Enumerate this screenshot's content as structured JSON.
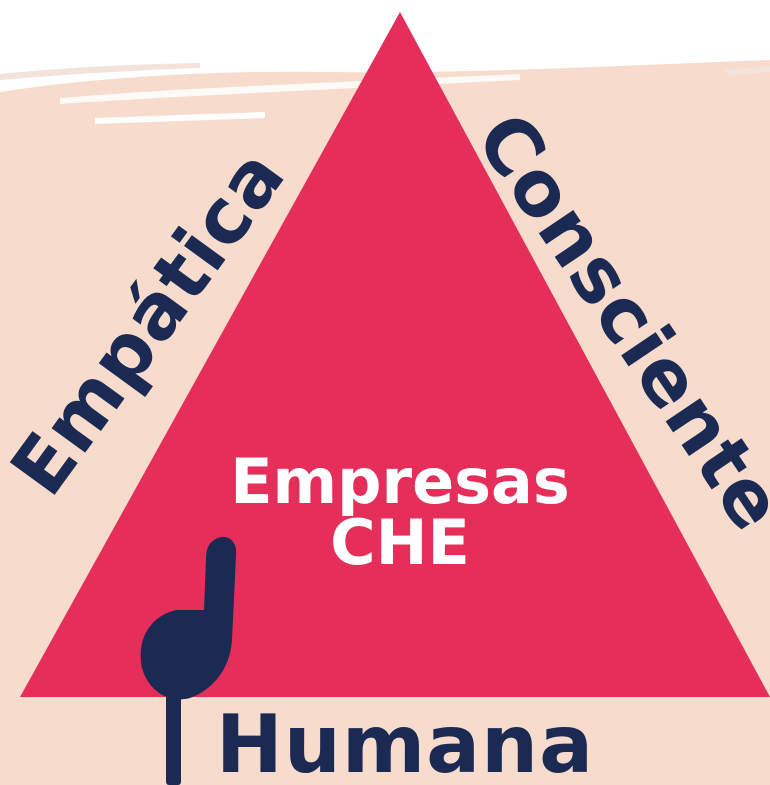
{
  "diagram": {
    "center_title": {
      "line1": "Empresas",
      "line2": "CHE"
    },
    "sides": {
      "left": "Empática",
      "right": "Consciente",
      "bottom": "Humana"
    }
  },
  "colors": {
    "background": "#f7dbcd",
    "paper_white": "#ffffff",
    "triangle": "#e62e5a",
    "text_dark": "#1b2a52",
    "text_light": "#ffffff"
  },
  "icons": [
    "thumbs-up-hand-icon"
  ]
}
